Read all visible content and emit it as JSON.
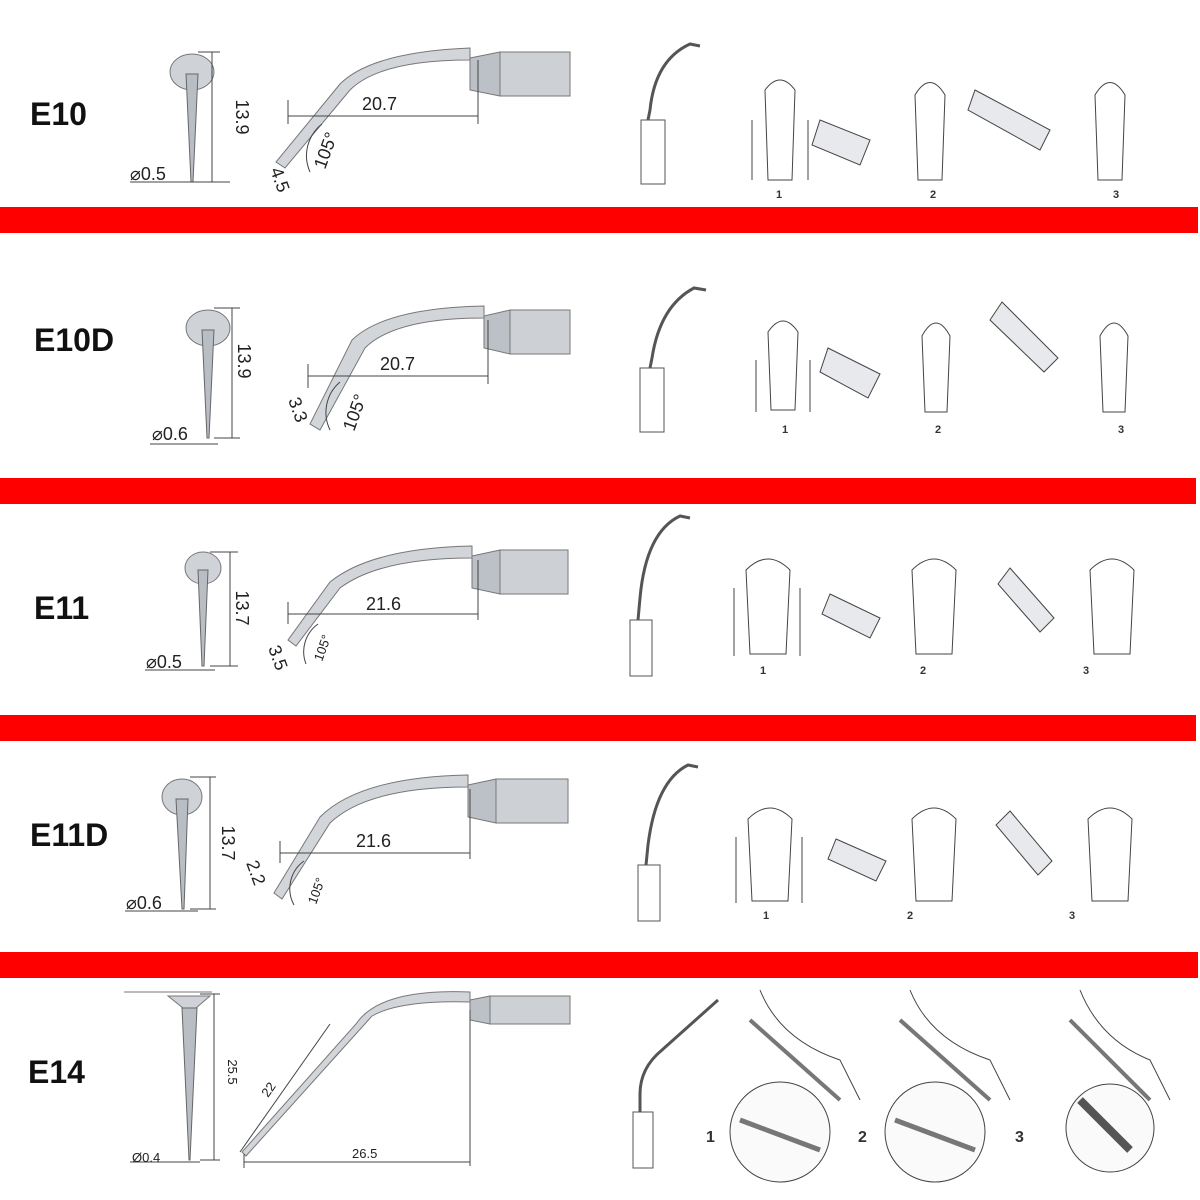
{
  "rows": [
    {
      "model": "E10",
      "length": "13.9",
      "diameter": "⌀0.5",
      "arm": "20.7",
      "tip": "4.5",
      "angle": "105°",
      "steps": [
        "1",
        "2",
        "3"
      ]
    },
    {
      "model": "E10D",
      "length": "13.9",
      "diameter": "⌀0.6",
      "arm": "20.7",
      "tip": "3.3",
      "angle": "105°",
      "steps": [
        "1",
        "2",
        "3"
      ]
    },
    {
      "model": "E11",
      "length": "13.7",
      "diameter": "⌀0.5",
      "arm": "21.6",
      "tip": "3.5",
      "angle": "105°",
      "steps": [
        "1",
        "2",
        "3"
      ]
    },
    {
      "model": "E11D",
      "length": "13.7",
      "diameter": "⌀0.6",
      "arm": "21.6",
      "tip": "2.2",
      "angle": "105°",
      "steps": [
        "1",
        "2",
        "3"
      ]
    },
    {
      "model": "E14",
      "length": "25.5",
      "diameter": "Ø0.4",
      "arm": "26.5",
      "tip": "22",
      "steps": [
        "1",
        "2",
        "3"
      ]
    }
  ],
  "colors": {
    "divider": "#ff0000",
    "steel": "#c9cdd2",
    "ink": "#222222"
  }
}
